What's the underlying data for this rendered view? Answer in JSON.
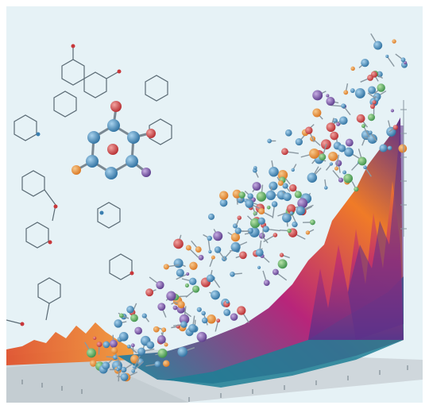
{
  "image": {
    "subject": "molecule-structures-and-3d-spectrum",
    "palette": {
      "background": "#e6f2f6",
      "sky": "#dcecf2",
      "atom_blue": "#3a7fb0",
      "atom_red": "#c8373a",
      "atom_orange": "#e8892b",
      "atom_green": "#49a35a",
      "atom_purple": "#6d4b9a",
      "bond_gray": "#7a8892",
      "spectrum_teal": "#1d8ea0",
      "spectrum_magenta": "#b8257a",
      "spectrum_orange": "#f07b27",
      "spectrum_purple": "#5d2f8a",
      "floor": "#cfd7dc"
    },
    "icons": [
      "molecule-icon",
      "spectrum-surface",
      "axis-ticks"
    ]
  }
}
